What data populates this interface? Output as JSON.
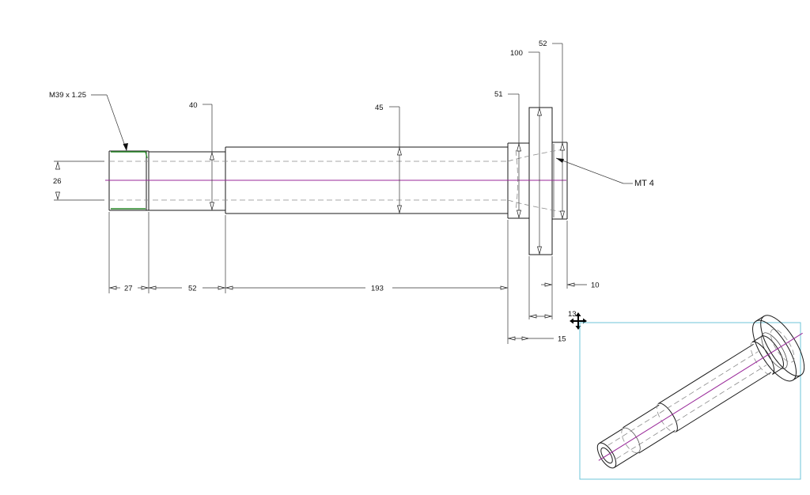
{
  "dimensions": {
    "thread": "M39 x 1.25",
    "dia_26": "26",
    "dia_40": "40",
    "dia_45": "45",
    "dia_51": "51",
    "dia_100": "100",
    "dia_52": "52",
    "taper": "MT 4",
    "len_27": "27",
    "len_52": "52",
    "len_193": "193",
    "len_10": "10",
    "len_13": "13",
    "len_15": "15"
  },
  "colors": {
    "centerline": "#9a2a9a",
    "thread_edge": "#2a8a2a",
    "preview_border": "#6cc6d9"
  },
  "icons": {
    "move_cursor": "move-cursor-icon"
  }
}
